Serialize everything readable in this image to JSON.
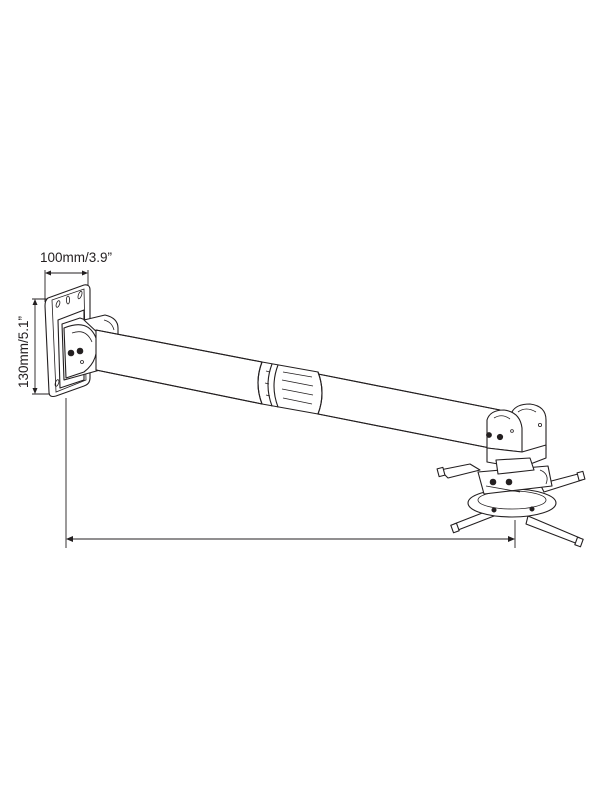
{
  "diagram": {
    "subject": "projector wall mount with telescopic arm",
    "dimensions": {
      "wall_plate_width": "100mm/3.9”",
      "wall_plate_height": "130mm/5.1”",
      "arm_extension": ""
    },
    "parts": [
      {
        "name": "wall-plate"
      },
      {
        "name": "wall-bracket-hinge"
      },
      {
        "name": "telescopic-arm-inner-tube"
      },
      {
        "name": "telescopic-arm-outer-tube"
      },
      {
        "name": "locking-collar"
      },
      {
        "name": "projector-tilt-bracket"
      },
      {
        "name": "projector-spider-mount"
      }
    ],
    "colors": {
      "line": "#231f20",
      "background": "#ffffff"
    }
  }
}
